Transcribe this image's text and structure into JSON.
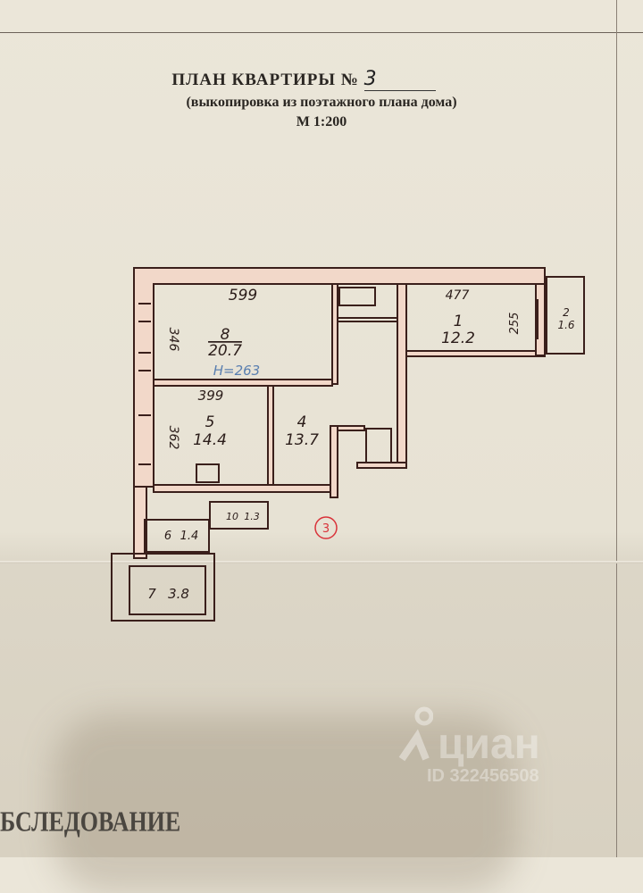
{
  "document": {
    "title": "ПЛАН КВАРТИРЫ №",
    "apartment_number": "3",
    "subtitle": "(выкопировка из поэтажного плана дома)",
    "scale": "М 1:200",
    "footer_partial": "БСЛЕДОВАНИЕ"
  },
  "plan": {
    "ceiling_height": "H=263",
    "stamp": "3",
    "dimensions": {
      "room8_width": "599",
      "room8_depth": "346",
      "room5_width": "399",
      "room5_depth": "362",
      "room1_width": "477",
      "room1_depth": "255"
    },
    "rooms": [
      {
        "num": "8",
        "area": "20.7"
      },
      {
        "num": "1",
        "area": "12.2"
      },
      {
        "num": "2",
        "area": "1.6"
      },
      {
        "num": "5",
        "area": "14.4"
      },
      {
        "num": "4",
        "area": "13.7"
      },
      {
        "num": "10",
        "area": "1.3"
      },
      {
        "num": "6",
        "area": "1.4"
      },
      {
        "num": "7",
        "area": "3.8"
      }
    ]
  },
  "watermark": {
    "brand": "циан",
    "id": "ID 322456508"
  },
  "colors": {
    "wall": "#f2d8c9",
    "ink": "#3a1f1b",
    "stamp": "#d9333a",
    "height_ink": "#5a7fb0"
  }
}
